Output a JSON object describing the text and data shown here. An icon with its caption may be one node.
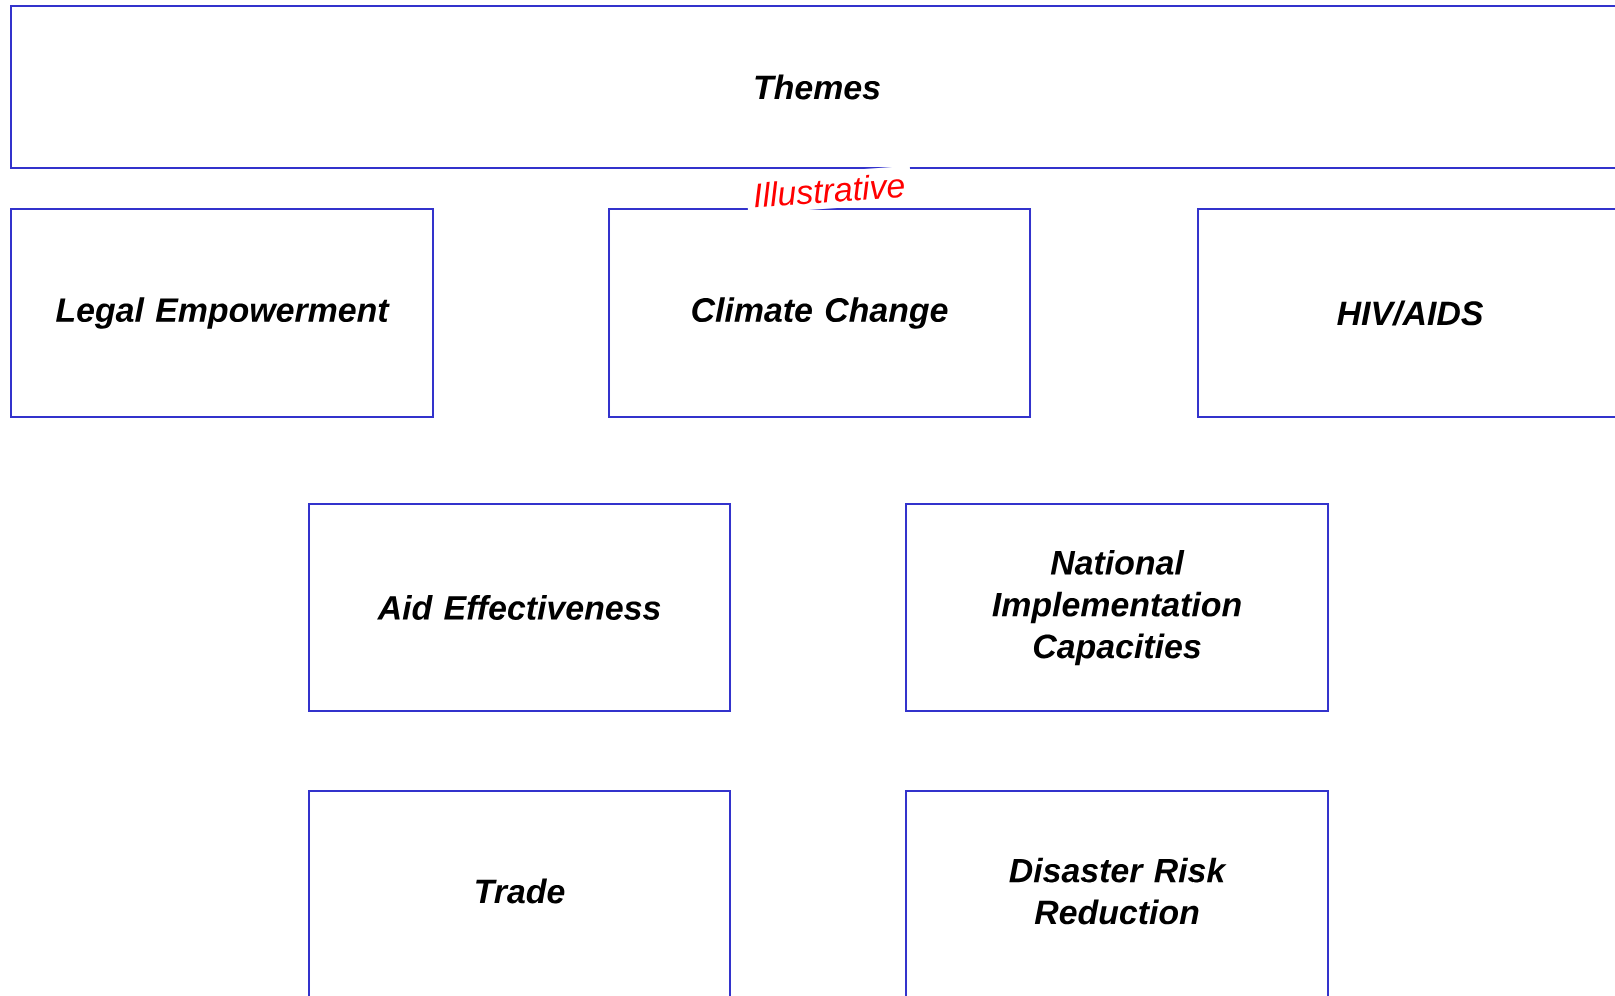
{
  "diagram": {
    "nodes": [
      {
        "text": [
          "Themes"
        ]
      },
      {
        "text": [
          "Legal Empowerment"
        ]
      },
      {
        "text": [
          "Climate Change"
        ]
      },
      {
        "text": [
          "HIV/AIDS"
        ]
      },
      {
        "text": [
          "Aid Effectiveness"
        ]
      },
      {
        "text": [
          "National Implementation Capacities"
        ]
      },
      {
        "text": [
          "Trade"
        ]
      },
      {
        "text": [
          "Disaster Risk Reduction"
        ]
      }
    ],
    "labels": [
      "Illustrative"
    ]
  }
}
